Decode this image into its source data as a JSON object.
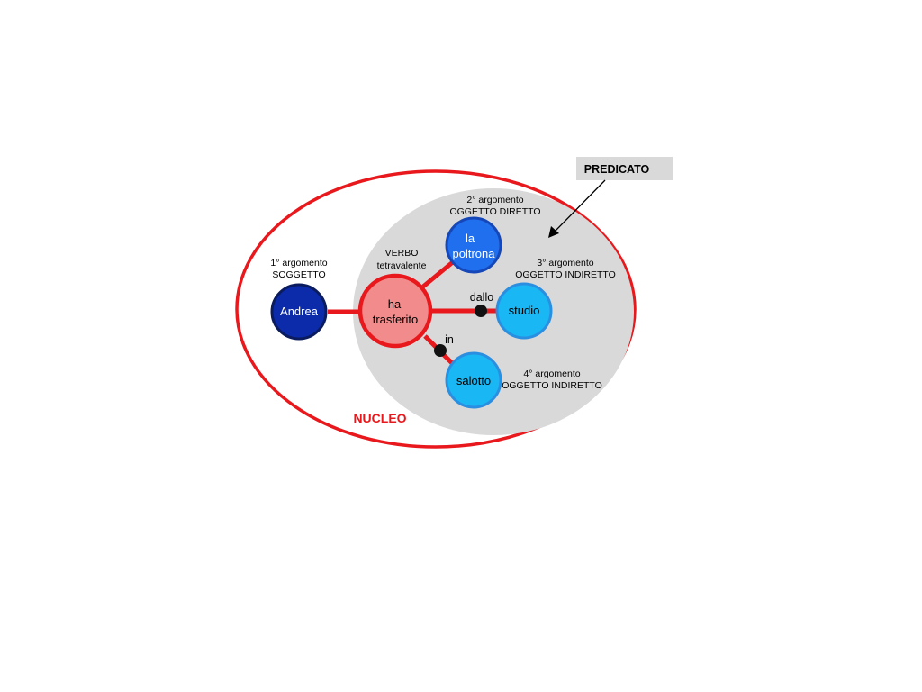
{
  "predicato": {
    "label": "PREDICATO"
  },
  "nucleo": {
    "label": "NUCLEO"
  },
  "verb": {
    "tag_line1": "VERBO",
    "tag_line2": "tetravalente",
    "text_line1": "ha",
    "text_line2": "trasferito"
  },
  "arguments": {
    "subject": {
      "tag_line1": "1° argomento",
      "tag_line2": "SOGGETTO",
      "text": "Andrea"
    },
    "direct_object": {
      "tag_line1": "2° argomento",
      "tag_line2": "OGGETTO DIRETTO",
      "text_line1": "la",
      "text_line2": "poltrona"
    },
    "indirect_object_1": {
      "tag_line1": "3° argomento",
      "tag_line2": "OGGETTO INDIRETTO",
      "text": "studio",
      "preposition": "dallo"
    },
    "indirect_object_2": {
      "tag_line1": "4° argomento",
      "tag_line2": "OGGETTO INDIRETTO",
      "text": "salotto",
      "preposition": "in"
    }
  },
  "colors": {
    "nucleo_border": "#e8181c",
    "predicate_area": "#d9d9d9",
    "connector": "#e8181c",
    "verb_fill": "#f28b8b",
    "subject_fill": "#0b2bab",
    "subject_border": "#0a1b5e",
    "direct_object_fill": "#1f6fef",
    "direct_object_border": "#1547b8",
    "indirect_fill": "#19b7f4",
    "indirect_border": "#2a8fe0",
    "preposition_dot": "#111111",
    "predicato_box": "#d9d9d9"
  }
}
